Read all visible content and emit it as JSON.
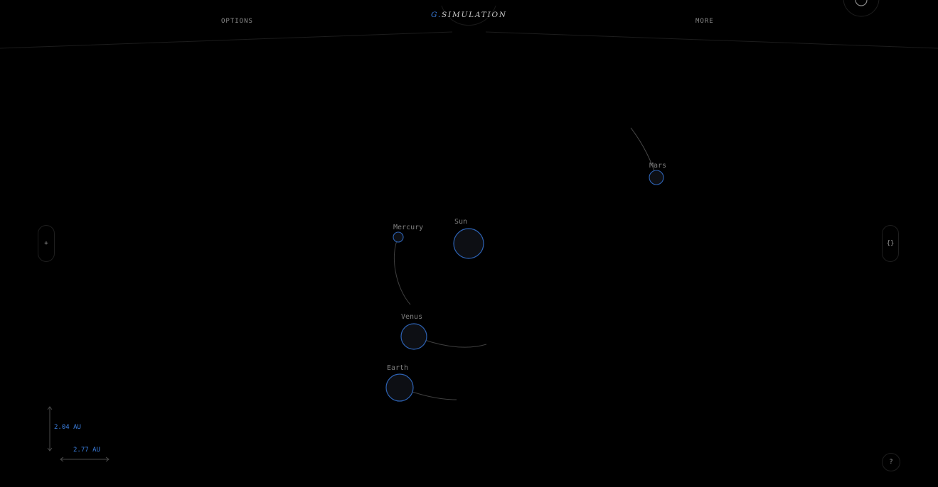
{
  "header": {
    "options_label": "OPTIONS",
    "more_label": "MORE",
    "logo_accent": "G.",
    "logo_text": "SIMULATION"
  },
  "sidebar": {
    "left_button_label": "+",
    "right_button_label": "{}"
  },
  "help_label": "?",
  "bodies": [
    {
      "name": "Sun",
      "label": "Sun"
    },
    {
      "name": "Mercury",
      "label": "Mercury"
    },
    {
      "name": "Venus",
      "label": "Venus"
    },
    {
      "name": "Earth",
      "label": "Earth"
    },
    {
      "name": "Mars",
      "label": "Mars"
    }
  ],
  "scale": {
    "vertical_label": "2.04 AU",
    "horizontal_label": "2.77 AU"
  },
  "colors": {
    "background": "#000000",
    "accent": "#3b7fe0",
    "body_fill": "#0d0f14",
    "orbit_trail": "#3a3a3a"
  }
}
